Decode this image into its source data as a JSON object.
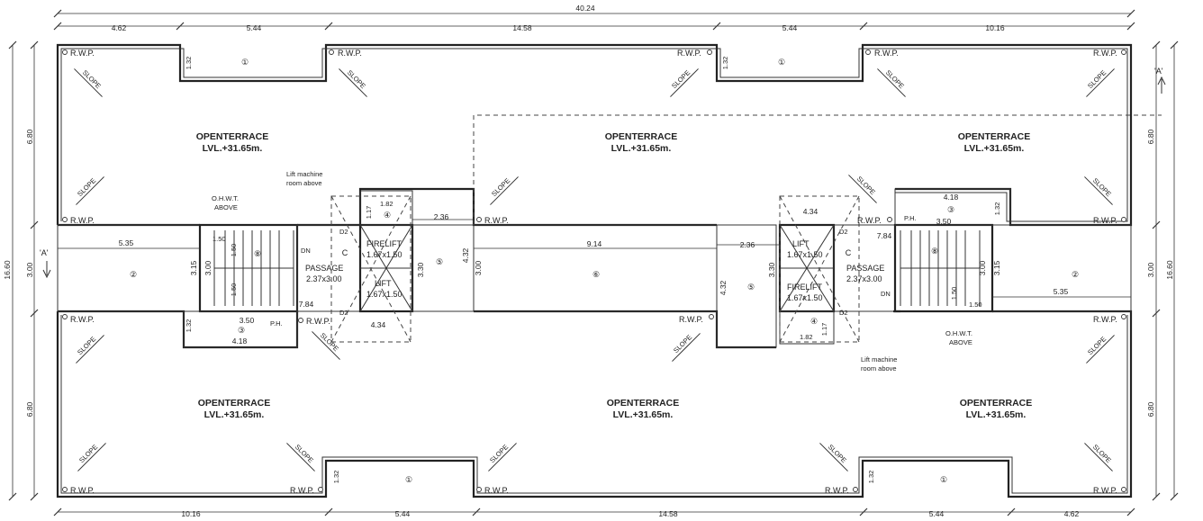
{
  "overall": {
    "top": "40.24",
    "height": "16.60"
  },
  "top_dims": [
    "4.62",
    "5.44",
    "14.58",
    "5.44",
    "10.16"
  ],
  "bottom_dims": [
    "10.16",
    "5.44",
    "14.58",
    "5.44",
    "4.62"
  ],
  "side_dims": [
    "6.80",
    "3.00",
    "6.80"
  ],
  "terrace": {
    "name": "OPENTERRACE",
    "level": "LVL.+31.65m."
  },
  "labels": {
    "rwp": "R.W.P.",
    "slope": "SLOPE",
    "section": "'A'",
    "ohwt_1": "O.H.W.T.",
    "ohwt_2": "ABOVE",
    "liftmach_1": "Lift machine",
    "liftmach_2": "room above",
    "passage": "PASSAGE",
    "passage_size": "2.37x3.00",
    "firelift": "FIRELIFT",
    "lift": "LIFT",
    "lift_size": "1.67x1.50",
    "dn": "DN",
    "ph": "P.H.",
    "c": "C",
    "d2": "D2"
  },
  "room_numbers": [
    "①",
    "②",
    "③",
    "④",
    "⑤",
    "⑥",
    "⑧"
  ],
  "inner_dims": {
    "d535": "5.35",
    "d315": "3.15",
    "d300": "3.00",
    "d150": "1.50",
    "d350": "3.50",
    "d418": "4.18",
    "d784": "7.84",
    "d434": "4.34",
    "d236": "2.36",
    "d432": "4.32",
    "d330": "3.30",
    "d914": "9.14",
    "d182": "1.82",
    "d117": "1.17",
    "d132": "1.32"
  }
}
